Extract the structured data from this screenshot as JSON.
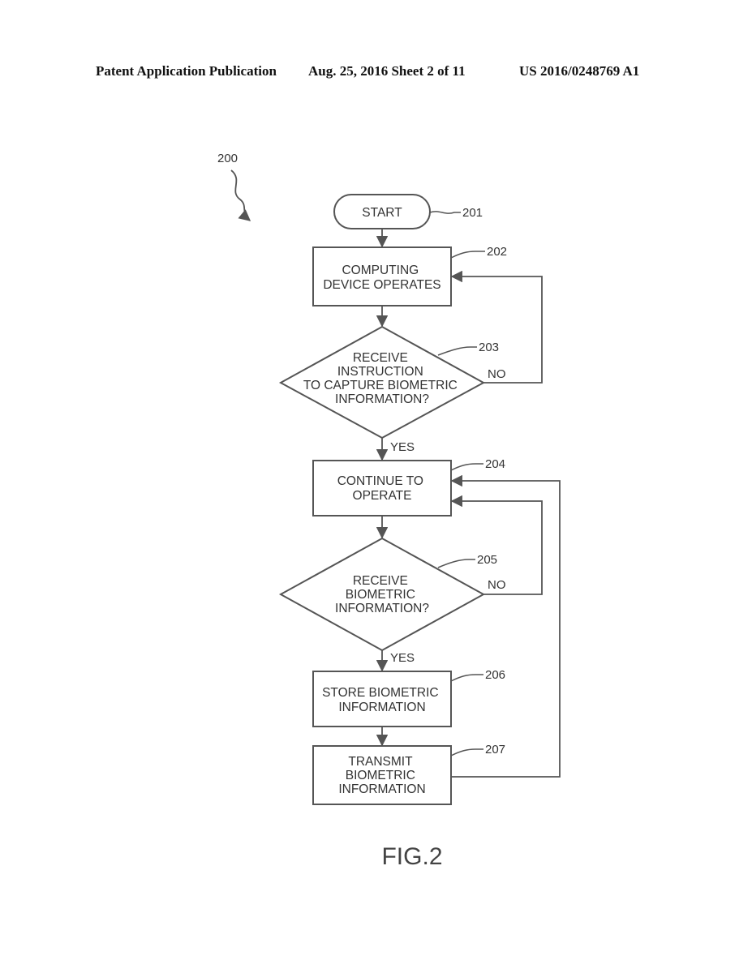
{
  "header": {
    "publication": "Patent Application Publication",
    "date_sheet": "Aug. 25, 2016  Sheet 2 of 11",
    "number": "US 2016/0248769 A1"
  },
  "diagram": {
    "ref": "200",
    "figure_label": "FIG.2",
    "nodes": [
      {
        "id": "start",
        "ref": "201",
        "lines": [
          "START"
        ]
      },
      {
        "id": "operate",
        "ref": "202",
        "lines": [
          "COMPUTING",
          "DEVICE OPERATES"
        ]
      },
      {
        "id": "decision-instruction",
        "ref": "203",
        "lines": [
          "RECEIVE",
          "INSTRUCTION",
          "TO CAPTURE BIOMETRIC",
          "INFORMATION?"
        ]
      },
      {
        "id": "continue",
        "ref": "204",
        "lines": [
          "CONTINUE TO",
          "OPERATE"
        ]
      },
      {
        "id": "decision-biometric",
        "ref": "205",
        "lines": [
          "RECEIVE",
          "BIOMETRIC",
          "INFORMATION?"
        ]
      },
      {
        "id": "store",
        "ref": "206",
        "lines": [
          "STORE BIOMETRIC",
          "INFORMATION"
        ]
      },
      {
        "id": "transmit",
        "ref": "207",
        "lines": [
          "TRANSMIT",
          "BIOMETRIC",
          "INFORMATION"
        ]
      }
    ],
    "edge_labels": {
      "no_1": "NO",
      "yes_1": "YES",
      "no_2": "NO",
      "yes_2": "YES"
    }
  }
}
